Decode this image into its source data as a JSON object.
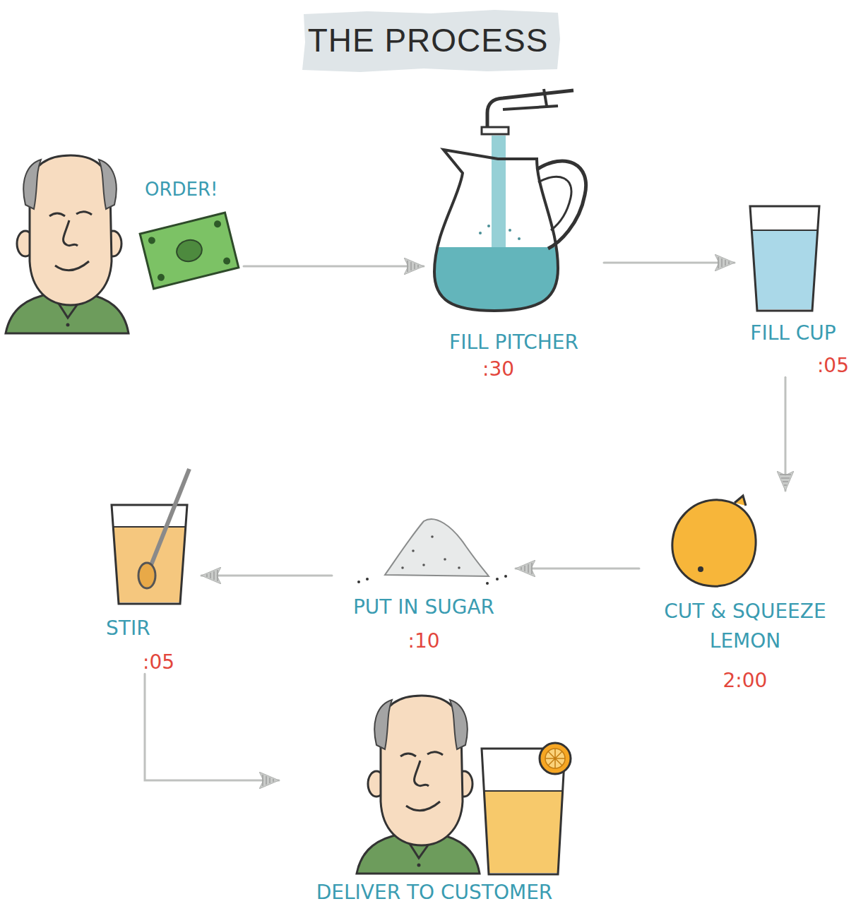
{
  "diagram": {
    "title": "THE PROCESS",
    "nodes": [
      {
        "text": [
          "ORDER!"
        ]
      },
      {
        "text": [
          "FILL PITCHER",
          ":30"
        ]
      },
      {
        "text": [
          "FILL CUP",
          ":05"
        ]
      },
      {
        "text": [
          "CUT & SQUEEZE LEMON",
          "2:00"
        ]
      },
      {
        "text": [
          "PUT IN SUGAR",
          ":10"
        ]
      },
      {
        "text": [
          "STIR",
          ":05"
        ]
      },
      {
        "text": [
          "DELIVER TO CUSTOMER"
        ]
      }
    ],
    "edges": [
      {
        "from": 0,
        "to": 1,
        "arrow": "to"
      },
      {
        "from": 1,
        "to": 2,
        "arrow": "to"
      },
      {
        "from": 2,
        "to": 3,
        "arrow": "to"
      },
      {
        "from": 3,
        "to": 4,
        "arrow": "to"
      },
      {
        "from": 4,
        "to": 5,
        "arrow": "to"
      },
      {
        "from": 5,
        "to": 6,
        "arrow": "to"
      }
    ]
  }
}
